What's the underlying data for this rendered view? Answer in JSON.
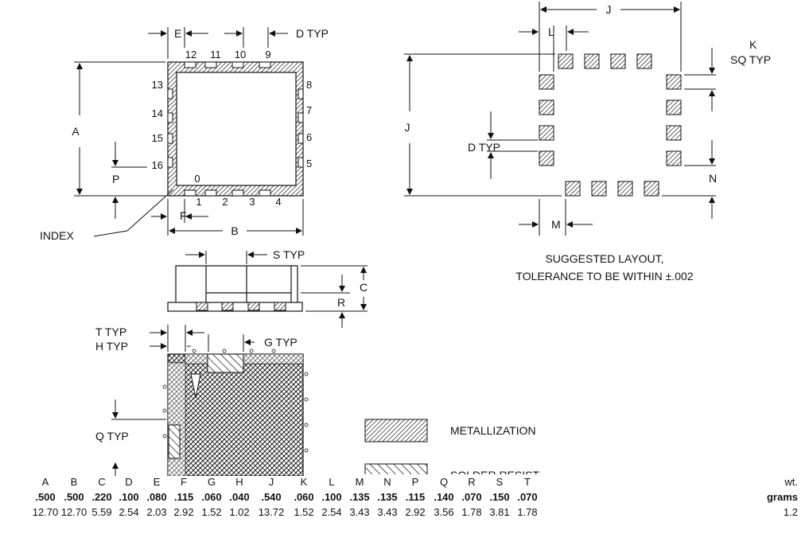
{
  "package_labels": {
    "dim_a": "A",
    "dim_b": "B",
    "dim_c": "C",
    "e": "E",
    "d_typ": "D  TYP",
    "p": "P",
    "f": "F",
    "index": "INDEX",
    "s_typ": "S TYP",
    "r": "R",
    "t_typ": "T  TYP",
    "h_typ": "H  TYP",
    "g_typ": "G  TYP",
    "q_typ": "Q  TYP"
  },
  "pin_numbers": {
    "top": [
      "12",
      "11",
      "10",
      "9"
    ],
    "right": [
      "8",
      "7",
      "6",
      "5"
    ],
    "bottom": [
      "1",
      "2",
      "3",
      "4"
    ],
    "left": [
      "13",
      "14",
      "15",
      "16"
    ],
    "index_pin": "0"
  },
  "layout_labels": {
    "j_top": "J",
    "j_left": "J",
    "l": "L",
    "k": "K",
    "sq_typ": "SQ  TYP",
    "d_typ": "D  TYP",
    "n": "N",
    "m": "M"
  },
  "layout_note": {
    "line1": "SUGGESTED LAYOUT,",
    "line2": "TOLERANCE TO BE WITHIN   ±.002"
  },
  "legend": {
    "metallization": "METALLIZATION",
    "solder_resist": "SOLDER RESIST"
  },
  "dimension_table": {
    "headers": [
      "A",
      "B",
      "C",
      "D",
      "E",
      "F",
      "G",
      "H",
      "J",
      "K",
      "L",
      "M",
      "N",
      "P",
      "Q",
      "R",
      "S",
      "T",
      "wt."
    ],
    "inches": [
      ".500",
      ".500",
      ".220",
      ".100",
      ".080",
      ".115",
      ".060",
      ".040",
      ".540",
      ".060",
      ".100",
      ".135",
      ".135",
      ".115",
      ".140",
      ".070",
      ".150",
      ".070",
      "grams"
    ],
    "mm": [
      "12.70",
      "12.70",
      "5.59",
      "2.54",
      "2.03",
      "2.92",
      "1.52",
      "1.02",
      "13.72",
      "1.52",
      "2.54",
      "3.43",
      "3.43",
      "2.92",
      "3.56",
      "1.78",
      "3.81",
      "1.78",
      "1.2"
    ]
  }
}
